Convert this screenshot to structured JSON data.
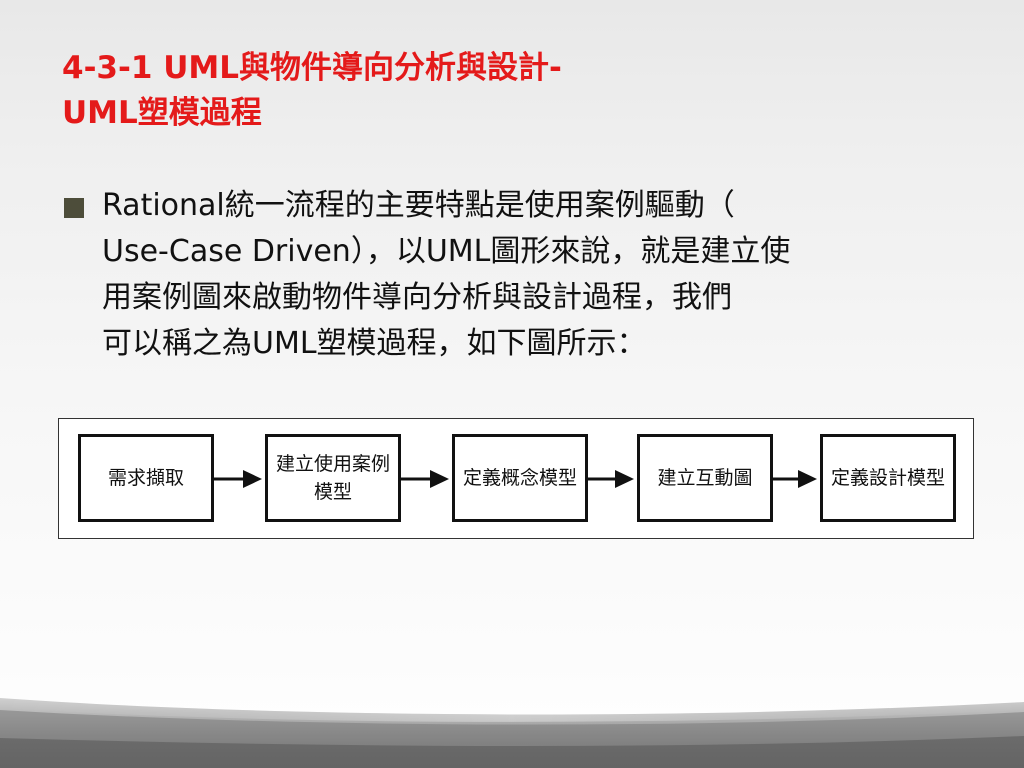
{
  "slide": {
    "title_line1": "4-3-1 UML與物件導向分析與設計-",
    "title_line2": "UML塑模過程",
    "bullet_lines": [
      "Rational統一流程的主要特點是使用案例驅動（",
      "Use-Case Driven），以UML圖形來說，就是建立使",
      "用案例圖來啟動物件導向分析與設計過程，我們",
      "可以稱之為UML塑模過程，如下圖所示："
    ]
  },
  "flow": {
    "steps": [
      "需求擷取",
      "建立使用案例模型",
      "定義概念模型",
      "建立互動圖",
      "定義設計模型"
    ]
  },
  "colors": {
    "title": "#e41a1a",
    "bullet_marker": "#4d4d3a",
    "text": "#111111"
  }
}
